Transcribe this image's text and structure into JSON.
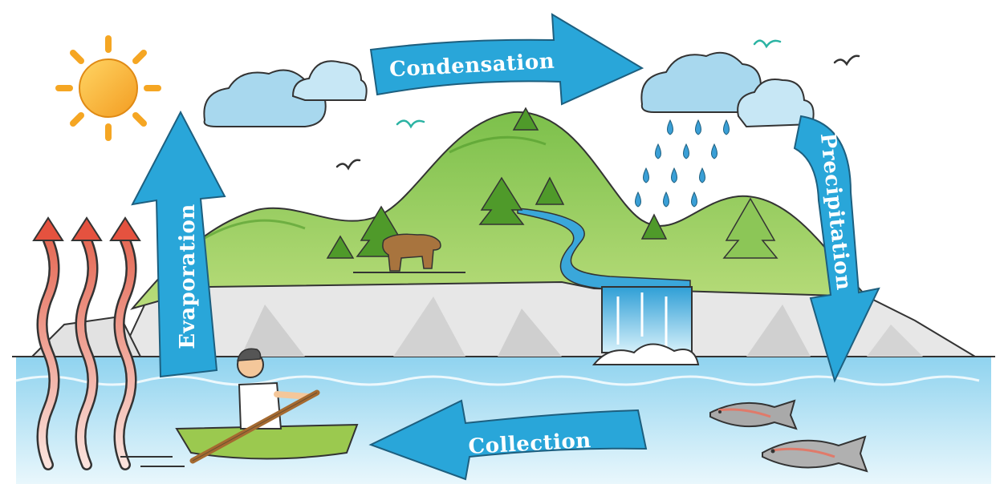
{
  "diagram": {
    "stages": {
      "condensation": "Condensation",
      "precipitation": "Precipitation",
      "collection": "Collection",
      "evaporation": "Evaporation"
    },
    "icons": [
      "sun-icon",
      "cloud-icon",
      "rain-drop-icon",
      "bird-icon",
      "tree-icon",
      "bear-icon",
      "waterfall-icon",
      "person-in-boat-icon",
      "fish-icon",
      "heat-wave-icon"
    ],
    "colors": {
      "arrow": "#29a6d9",
      "arrow_outline": "#1d5f7f",
      "hill": "#7cc04b",
      "hill_dark": "#4f9a2a",
      "water": "#bfe6f6",
      "sun": "#f7b733",
      "cloud": "#9fd4ea",
      "heat": "#e8735f",
      "rock": "#e3e3e3"
    }
  }
}
